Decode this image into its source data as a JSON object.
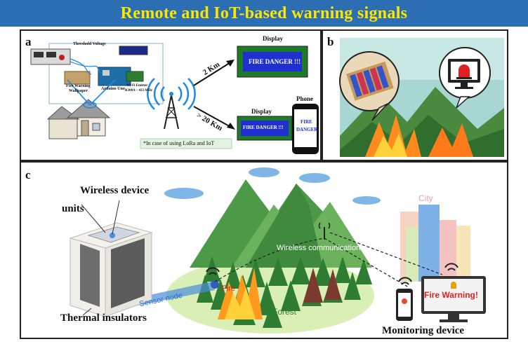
{
  "title": "Remote and IoT-based warning signals",
  "panel_a": {
    "letter": "a",
    "threshold_voltage": "Threshold Voltage",
    "wallpaper_label_1": "Fire Warning",
    "wallpaper_label_2": "Wallpaper",
    "arduino_label": "Arduino Uno",
    "wifi_label_1": "Wi-Fi Emitter",
    "wifi_label_2": "R300A – 433 MHz",
    "display_top_title": "Display",
    "distance_top": "2 Km",
    "display_top_text": "FIRE DANGER !!!",
    "distance_bottom": "> 20 Km",
    "display_bottom_title": "Display",
    "display_bottom_text": "FIRE DANGER !!!",
    "phone_title": "Phone",
    "phone_text_1": "FIRE",
    "phone_text_2": "DANGER",
    "lora_note": "*In case of using LoRa and IoT"
  },
  "panel_b": {
    "letter": "b"
  },
  "panel_c": {
    "letter": "c",
    "wireless_device": "Wireless device",
    "units": "units",
    "thermal_insulators": "Thermal insulators",
    "sensor_node": "Sensor node",
    "fire": "Fire",
    "forest": "Forest",
    "wireless_communication": "Wireless communication",
    "city": "City",
    "fire_warning": "Fire Warning!",
    "monitoring_device": "Monitoring device"
  },
  "colors": {
    "title_bg": "#2b6fb2",
    "title_text": "#ffe600",
    "lcd_bg": "#1f2fd0",
    "lcd_frame": "#1f7a2a",
    "fire_red": "#e02020",
    "forest_green": "#3f9a3f"
  }
}
